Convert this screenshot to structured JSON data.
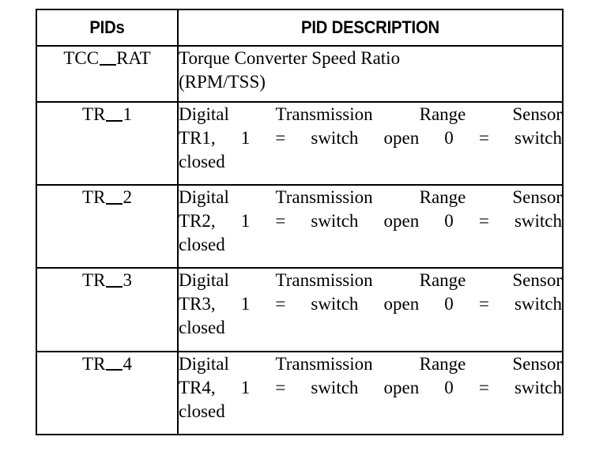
{
  "table": {
    "columns": [
      {
        "key": "pid",
        "label": "PIDs"
      },
      {
        "key": "desc",
        "label": "PID DESCRIPTION"
      }
    ],
    "rows": [
      {
        "pid_prefix": "TCC",
        "pid_suffix": "RAT",
        "pid_full": "TCC__RAT",
        "desc_full": "Torque Converter Speed Ratio (RPM/TSS)",
        "desc_lines": [
          "Torque Converter Speed Ratio",
          "(RPM/TSS)"
        ]
      },
      {
        "pid_prefix": "TR",
        "pid_suffix": "1",
        "pid_full": "TR__1",
        "desc_full": "Digital Transmission Range Sensor TR1, 1 = switch open 0 = switch closed",
        "desc_lines": [
          "Digital Transmission Range Sensor",
          "TR1, 1 = switch open 0 = switch",
          "closed"
        ]
      },
      {
        "pid_prefix": "TR",
        "pid_suffix": "2",
        "pid_full": "TR__2",
        "desc_full": "Digital Transmission Range Sensor TR2, 1 = switch open 0 = switch closed",
        "desc_lines": [
          "Digital Transmission Range Sensor",
          "TR2, 1 = switch open 0 = switch",
          "closed"
        ]
      },
      {
        "pid_prefix": "TR",
        "pid_suffix": "3",
        "pid_full": "TR__3",
        "desc_full": "Digital Transmission Range Sensor TR3, 1 = switch open 0 = switch closed",
        "desc_lines": [
          "Digital Transmission Range Sensor",
          "TR3, 1 = switch open 0 = switch",
          "closed"
        ]
      },
      {
        "pid_prefix": "TR",
        "pid_suffix": "4",
        "pid_full": "TR__4",
        "desc_full": "Digital Transmission Range Sensor TR4, 1 = switch open 0 = switch closed",
        "desc_lines": [
          "Digital Transmission Range Sensor",
          "TR4, 1 = switch open 0 = switch",
          "closed"
        ]
      }
    ]
  },
  "colors": {
    "background": "#ffffff",
    "text": "#000000",
    "border": "#000000"
  }
}
